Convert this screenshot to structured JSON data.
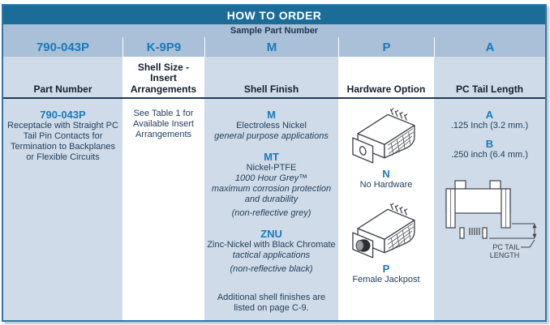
{
  "title": "HOW TO ORDER",
  "sample": {
    "label": "Sample Part Number",
    "codes": [
      "790-043P",
      "K-9P9",
      "M",
      "P",
      "A"
    ]
  },
  "headers": [
    "Part Number",
    "Shell Size -\nInsert\nArrangements",
    "Shell Finish",
    "Hardware Option",
    "PC Tail Length"
  ],
  "part_number": {
    "code": "790-043P",
    "description": "Receptacle with Straight PC Tail Pin Contacts for Termination to Backplanes or Flexible Circuits"
  },
  "shell_size": {
    "note": "See Table 1 for Available Insert Arrangements"
  },
  "shell_finish": {
    "options": [
      {
        "code": "M",
        "name": "Electroless Nickel",
        "detail1": "general purpose applications"
      },
      {
        "code": "MT",
        "name": "Nickel-PTFE",
        "detail1": "1000 Hour Grey™",
        "detail2": "maximum corrosion protection and durability",
        "detail3": "(non-reflective grey)"
      },
      {
        "code": "ZNU",
        "name": "Zinc-Nickel with Black Chromate",
        "detail1": "tactical applications",
        "detail2": "(non-reflective black)"
      }
    ],
    "footnote": "Additional shell finishes are listed on page C-9."
  },
  "hardware": {
    "options": [
      {
        "code": "N",
        "name": "No Hardware"
      },
      {
        "code": "P",
        "name": "Female Jackpost"
      }
    ]
  },
  "pc_tail": {
    "options": [
      {
        "code": "A",
        "name": ".125 Inch (3.2 mm.)"
      },
      {
        "code": "B",
        "name": ".250 inch (6.4 mm.)"
      }
    ],
    "diagram": {
      "line1": "PC TAIL",
      "line2": "LENGTH"
    }
  },
  "colors": {
    "header_teal": "#1c6c98",
    "sample_band_blue": "#a9c0d8",
    "cell_light_blue": "#cfdbe8",
    "outer_border_blue": "#2f77ab",
    "accent_blue": "#187abd",
    "navy_text": "#24405e"
  }
}
